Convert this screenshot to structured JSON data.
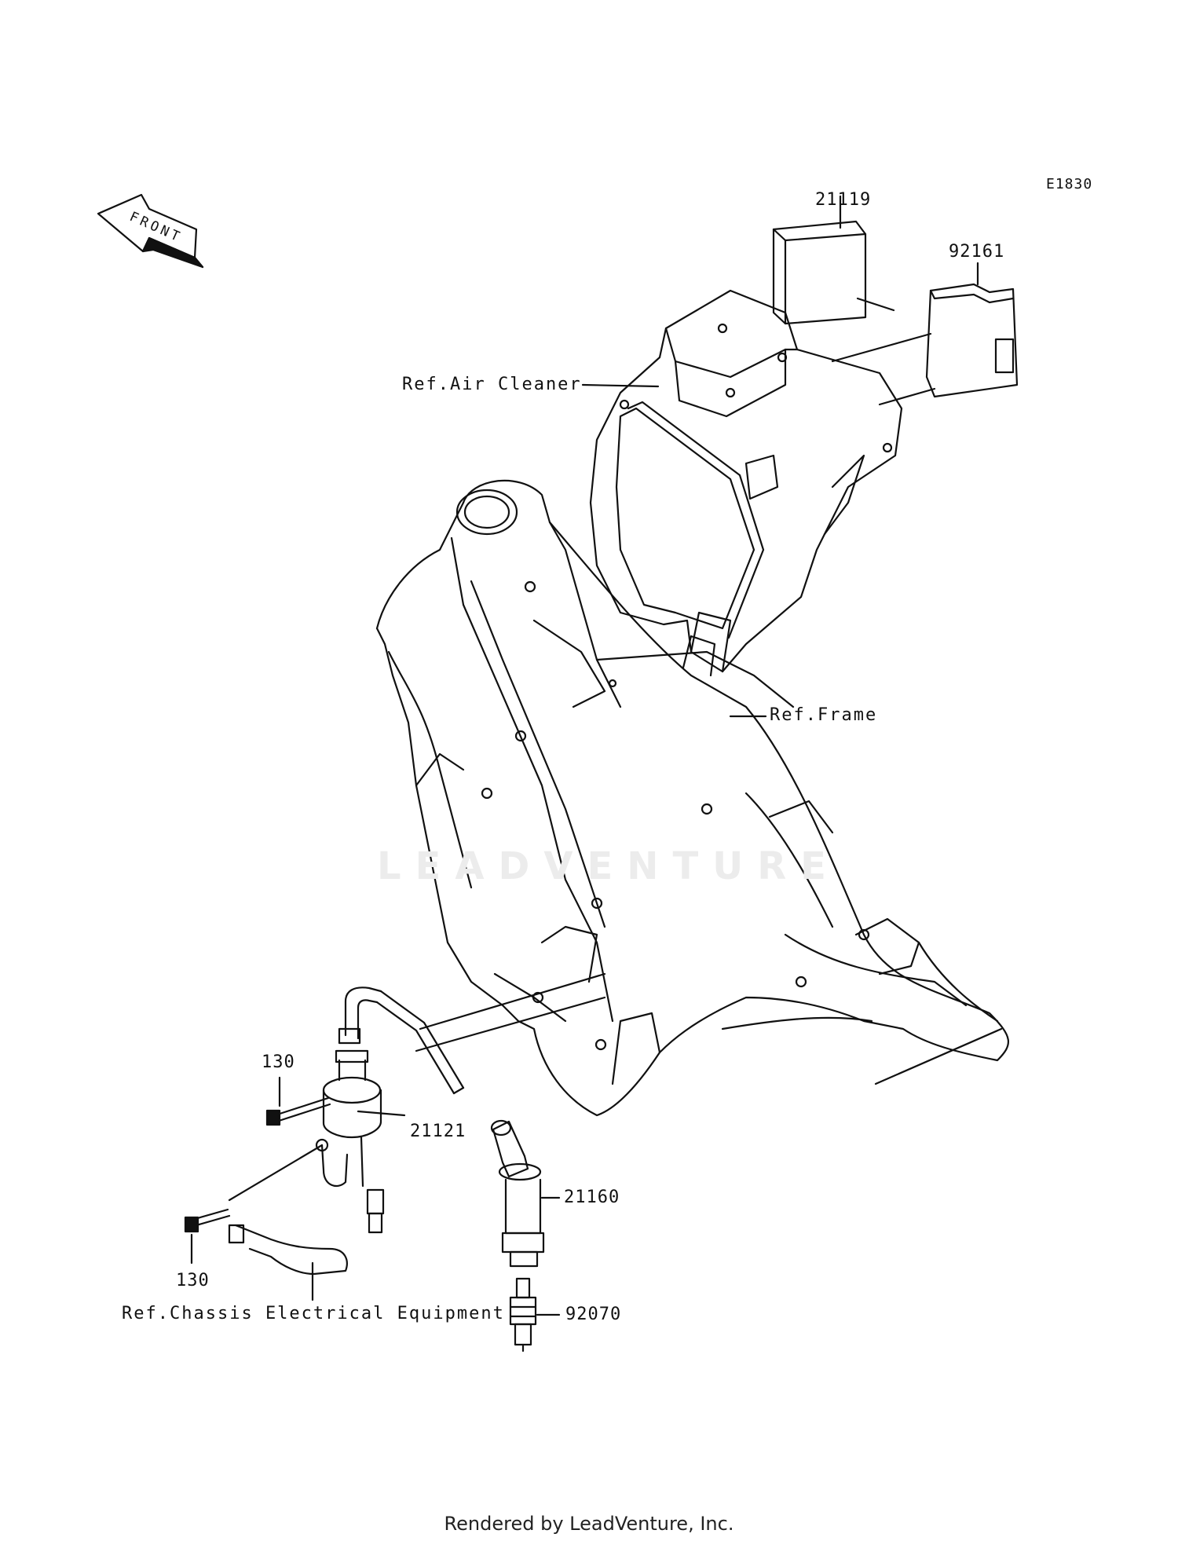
{
  "diagram_code": "E1830",
  "front_label": "FRONT",
  "watermark": "LEADVENTURE",
  "references": {
    "air_cleaner": "Ref.Air Cleaner",
    "frame": "Ref.Frame",
    "chassis_electrical": "Ref.Chassis Electrical Equipment"
  },
  "parts": {
    "p21119": "21119",
    "p92161": "92161",
    "p21121": "21121",
    "p21160": "21160",
    "p92070": "92070",
    "p130_top": "130",
    "p130_bottom": "130"
  },
  "footer": "Rendered by LeadVenture, Inc."
}
